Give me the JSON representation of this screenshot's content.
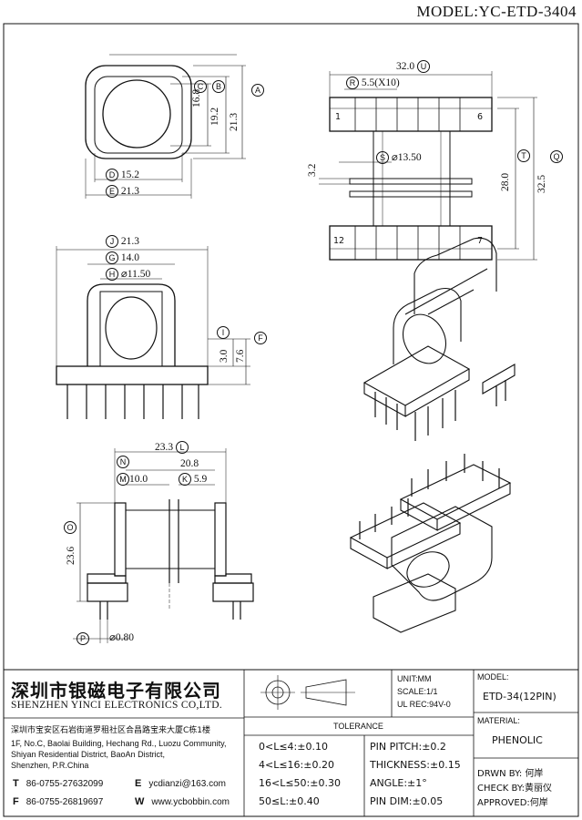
{
  "model_title": "MODEL:YC-ETD-3404",
  "views": {
    "top": {
      "A": "21.3",
      "B": "19.2",
      "C": "16.8",
      "D": "15.2",
      "E": "21.3",
      "letters": {
        "A": "A",
        "B": "B",
        "C": "C",
        "D": "D",
        "E": "E"
      }
    },
    "side": {
      "total_width": "32.0",
      "R_label": "5.5(X10)",
      "S_label": "⌀13.50",
      "T": "28.0",
      "Q": "32.5",
      "gap": "3.2",
      "pins_top_left": "1",
      "pins_top_right": "6",
      "pins_bot_left": "12",
      "pins_bot_right": "7",
      "letters": {
        "U": "U",
        "R": "R",
        "S": "S",
        "T": "T",
        "Q": "Q"
      }
    },
    "front": {
      "J": "21.3",
      "G": "14.0",
      "H": "⌀11.50",
      "I": "3.0",
      "F": "7.6",
      "letters": {
        "J": "J",
        "G": "G",
        "H": "H",
        "I": "I",
        "F": "F"
      }
    },
    "bottom": {
      "L": "23.3",
      "N": "20.8",
      "M": "10.0",
      "K": "5.9",
      "O": "23.6",
      "P": "⌀0.80",
      "letters": {
        "L": "L",
        "N": "N",
        "M": "M",
        "K": "K",
        "O": "O",
        "P": "P"
      }
    }
  },
  "title_block": {
    "company_cn": "深圳市银磁电子有限公司",
    "company_en": "SHENZHEN YINCI ELECTRONICS CO,LTD.",
    "address_cn": "深圳市宝安区石岩街道罗租社区合昌路宝来大厦C栋1楼",
    "address_en1": "1F, No.C, Baolai Building, Hechang Rd., Luozu Community,",
    "address_en2": "Shiyan Residential District, BaoAn District,",
    "address_en3": "Shenzhen, P.R.China",
    "tel_label": "T",
    "tel": "86-0755-27632099",
    "fax_label": "F",
    "fax": "86-0755-26819697",
    "email_label": "E",
    "email": "ycdianzi@163.com",
    "web_label": "W",
    "web": "www.ycbobbin.com",
    "unit": "UNIT:MM",
    "scale": "SCALE:1/1",
    "ul": "UL REC:94V-0",
    "tolerance_title": "TOLERANCE",
    "tol": [
      "0<L≤4:±0.10",
      "4<L≤16:±0.20",
      "16<L≤50:±0.30",
      "50≤L:±0.40"
    ],
    "spec": [
      "PIN PITCH:±0.2",
      "THICKNESS:±0.15",
      "ANGLE:±1°",
      "PIN DIM:±0.05"
    ],
    "model_label": "MODEL:",
    "model_value": "ETD-34(12PIN)",
    "material_label": "MATERIAL:",
    "material_value": "PHENOLIC",
    "drwn": "DRWN BY: 何岸",
    "check": "CHECK BY:黄丽仪",
    "approved": "APPROVED:何岸"
  }
}
